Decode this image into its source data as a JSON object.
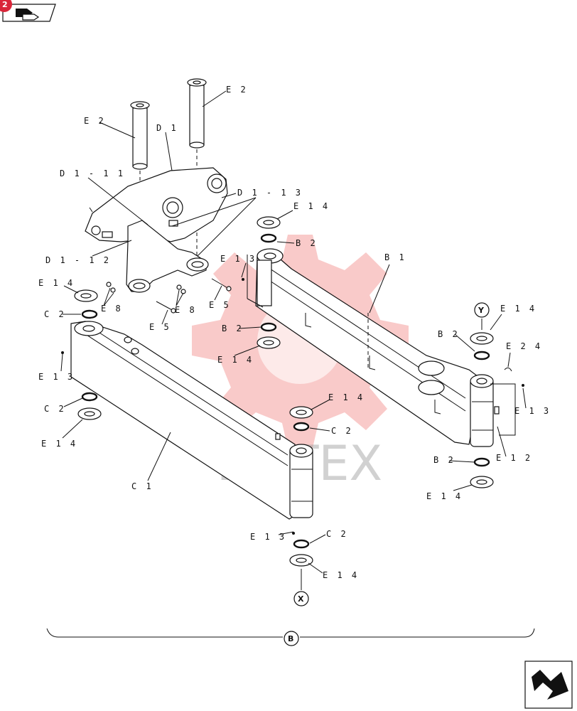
{
  "nav": {
    "back_badge": "2",
    "icons": {
      "back": "arrow-back-icon",
      "next": "arrow-forward-icon"
    }
  },
  "watermark": {
    "text": "ИНТЕХ",
    "color": "#e8413c"
  },
  "callouts": {
    "y_marker": "Y",
    "x_marker": "X",
    "b_marker": "B"
  },
  "labels": [
    "E 2",
    "E 2",
    "D 1",
    "D 1 - 1 1",
    "D 1 - 1 3",
    "D 1 - 1 2",
    "E 1 4",
    "B 2",
    "E 1 3",
    "B 1",
    "E 1 4",
    "C 2",
    "E 8",
    "E 8",
    "E 5",
    "E 5",
    "B 2",
    "E 1 4",
    "E 1 4",
    "B 2",
    "E 2 4",
    "E 1 3",
    "C 2",
    "E 1 3",
    "E 1 4",
    "C 2",
    "E 1 4",
    "E 1 2",
    "B 2",
    "C 1",
    "E 1 4",
    "E 1 3",
    "C 2",
    "E 1 4"
  ]
}
